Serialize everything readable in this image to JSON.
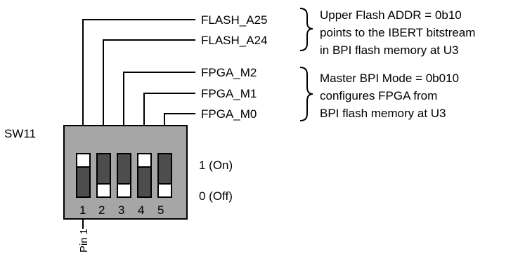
{
  "switch": {
    "name": "SW11",
    "state_on_label": "1 (On)",
    "state_off_label": "0 (Off)",
    "pin1_label": "Pin 1",
    "pins": [
      {
        "number": "1",
        "state": 1
      },
      {
        "number": "2",
        "state": 0
      },
      {
        "number": "3",
        "state": 0
      },
      {
        "number": "4",
        "state": 1
      },
      {
        "number": "5",
        "state": 0
      }
    ]
  },
  "signals": [
    {
      "label": "FLASH_A25",
      "pin": 1
    },
    {
      "label": "FLASH_A24",
      "pin": 2
    },
    {
      "label": "FPGA_M2",
      "pin": 3
    },
    {
      "label": "FPGA_M1",
      "pin": 4
    },
    {
      "label": "FPGA_M0",
      "pin": 5
    }
  ],
  "notes": {
    "flash_addr": [
      "Upper Flash ADDR = 0b10",
      "points to the IBERT bitstream",
      "in BPI flash memory at U3"
    ],
    "bpi_mode": [
      "Master BPI Mode = 0b010",
      "configures FPGA from",
      "BPI flash memory at U3"
    ]
  }
}
